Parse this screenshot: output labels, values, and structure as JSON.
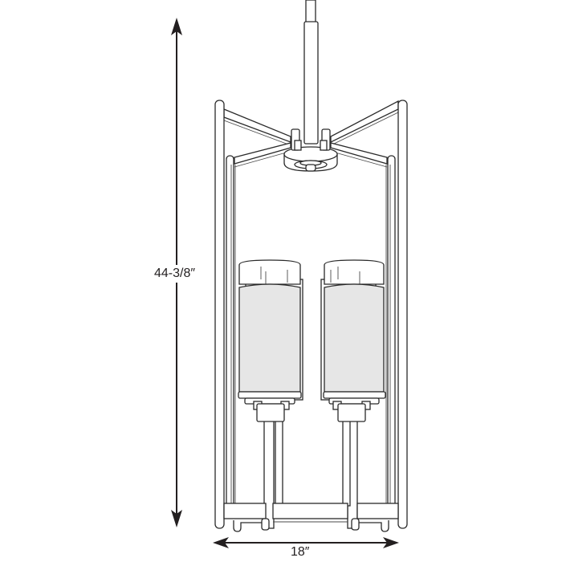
{
  "diagram": {
    "subject": "Four-light cylinder pendant fixture in open rectangular cage frame",
    "style": "black line drawing on white",
    "colors": {
      "background": "#ffffff",
      "line": "#2a2a2a",
      "glass_shade_fill": "#e6e6e6",
      "dimension": "#231f20"
    },
    "dimensions": {
      "height": {
        "label": "44-3/8″",
        "orientation": "vertical",
        "position": "left"
      },
      "width": {
        "label": "18″",
        "orientation": "horizontal",
        "position": "bottom"
      }
    },
    "components": [
      "stem-rod",
      "downrod",
      "center-hub",
      "frame-arms",
      "cage-posts",
      "glass-cylinder-shades",
      "candle-cups",
      "arm-stems",
      "bottom-frame-bars"
    ]
  }
}
